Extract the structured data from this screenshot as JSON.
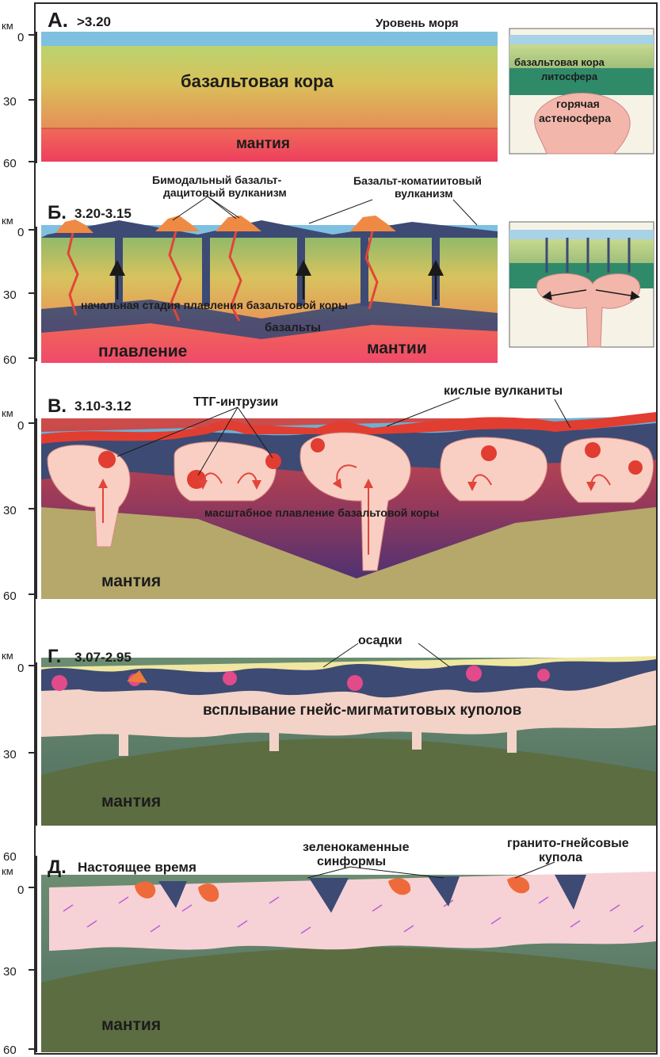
{
  "axis": {
    "unit": "км",
    "tick_0": "0",
    "tick_30": "30",
    "tick_60": "60"
  },
  "panels": [
    {
      "id": "A",
      "letter": "А.",
      "age": ">3.20",
      "labels": {
        "sea_level": "Уровень моря",
        "crust": "базальтовая кора",
        "mantle": "мантия"
      },
      "legend": {
        "crust": "базальтовая кора",
        "lithosphere": "литосфера",
        "asthenosphere_1": "горячая",
        "asthenosphere_2": "астеносфера"
      }
    },
    {
      "id": "B",
      "letter": "Б.",
      "age": "3.20-3.15",
      "labels": {
        "volc1_a": "Бимодальный базальт-",
        "volc1_b": "дацитовый вулканизм",
        "volc2_a": "Базальт-коматиитовый",
        "volc2_b": "вулканизм",
        "stage": "начальная стадия плавления базальтовой коры",
        "basalts": "базальты",
        "melting": "плавление",
        "mantle": "мантии"
      }
    },
    {
      "id": "V",
      "letter": "В.",
      "age": "3.10-3.12",
      "labels": {
        "ttg": "ТТГ-интрузии",
        "acid": "кислые вулканиты",
        "melting": "масштабное плавление базальтовой коры",
        "mantle": "мантия"
      }
    },
    {
      "id": "G",
      "letter": "Г.",
      "age": "3.07-2.95",
      "labels": {
        "sediments": "осадки",
        "domes": "всплывание гнейс-мигматитовых куполов",
        "mantle": "мантия"
      }
    },
    {
      "id": "D",
      "letter": "Д.",
      "title": "Настоящее время",
      "labels": {
        "green_a": "зеленокаменные",
        "green_b": "синформы",
        "granite_a": "гранито-гнейсовые",
        "granite_b": "купола",
        "mantle": "мантия"
      }
    }
  ],
  "colors": {
    "sea": "#5aa9d6",
    "crust_top": "#c9d77a",
    "crust_mid": "#e3b75e",
    "mantle": "#e8535a",
    "basalt": "#3d4a74",
    "melt": "#f9cfc4",
    "felsic": "#e8482f",
    "lithosphere": "#5f7a66",
    "deep_mantle": "#7e7b4c",
    "arrow_pink": "#b04ad8"
  }
}
